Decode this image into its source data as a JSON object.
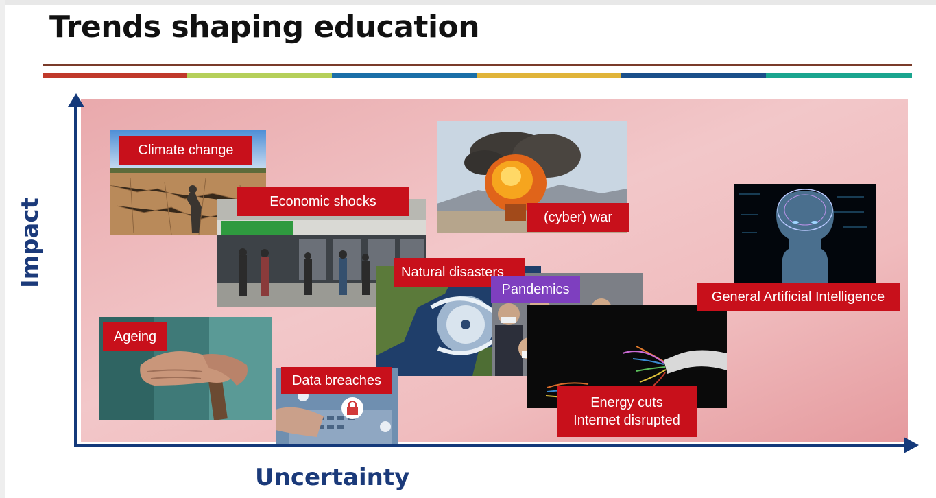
{
  "title": "Trends shaping education",
  "axes": {
    "y_label": "Impact",
    "x_label": "Uncertainty"
  },
  "accent_colors": [
    "#c0392b",
    "#b5cf5a",
    "#1a6fa8",
    "#e0b43a",
    "#1a4f8a",
    "#1aa58f"
  ],
  "axis_color": "#14397a",
  "label_color": "#c8101b",
  "pandemics_color": "#7e3fbf",
  "trends": {
    "climate": {
      "label": "Climate change",
      "image": "drought-farmer"
    },
    "economic": {
      "label": "Economic shocks",
      "image": "storefront-crowd"
    },
    "war": {
      "label": "(cyber) war",
      "image": "explosion"
    },
    "ai": {
      "label": "General Artificial Intelligence",
      "image": "digital-head"
    },
    "natural": {
      "label": "Natural disasters",
      "image": "hurricane-satellite"
    },
    "pandemics": {
      "label": "Pandemics",
      "image": "masked-crowd"
    },
    "ageing": {
      "label": "Ageing",
      "image": "elderly-hands-cane"
    },
    "breaches": {
      "label": "Data breaches",
      "image": "laptop-lock"
    },
    "energy": {
      "label_line1": "Energy cuts",
      "label_line2": "Internet disrupted",
      "image": "cut-cables"
    }
  }
}
